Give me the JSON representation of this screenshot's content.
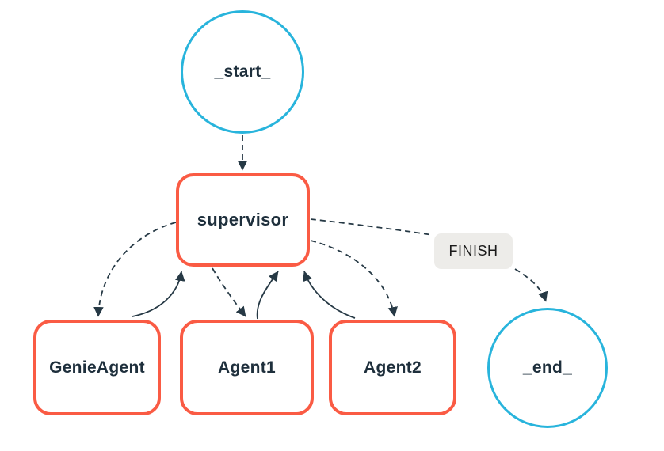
{
  "diagram": {
    "type": "agent-graph",
    "background_color": "#ffffff",
    "colors": {
      "terminal_node_stroke": "#28b4dc",
      "agent_node_stroke": "#fa5b44",
      "node_fill": "#ffffff",
      "node_text": "#1e2f3c",
      "edge_stroke": "#263945",
      "edge_label_bg": "#edece9",
      "edge_label_text": "#1b1b1b"
    },
    "nodes": [
      {
        "id": "start",
        "label": "_start_",
        "shape": "circle"
      },
      {
        "id": "supervisor",
        "label": "supervisor",
        "shape": "rounded-rect"
      },
      {
        "id": "genieagent",
        "label": "GenieAgent",
        "shape": "rounded-rect"
      },
      {
        "id": "agent1",
        "label": "Agent1",
        "shape": "rounded-rect"
      },
      {
        "id": "agent2",
        "label": "Agent2",
        "shape": "rounded-rect"
      },
      {
        "id": "end",
        "label": "_end_",
        "shape": "circle"
      }
    ],
    "edges": [
      {
        "from": "start",
        "to": "supervisor",
        "style": "dashed",
        "label": ""
      },
      {
        "from": "supervisor",
        "to": "genieagent",
        "style": "dashed",
        "label": ""
      },
      {
        "from": "genieagent",
        "to": "supervisor",
        "style": "solid",
        "label": ""
      },
      {
        "from": "supervisor",
        "to": "agent1",
        "style": "dashed",
        "label": ""
      },
      {
        "from": "agent1",
        "to": "supervisor",
        "style": "solid",
        "label": ""
      },
      {
        "from": "supervisor",
        "to": "agent2",
        "style": "dashed",
        "label": ""
      },
      {
        "from": "agent2",
        "to": "supervisor",
        "style": "solid",
        "label": ""
      },
      {
        "from": "supervisor",
        "to": "end",
        "style": "dashed",
        "label": "FINISH"
      }
    ],
    "edge_label": "FINISH"
  }
}
